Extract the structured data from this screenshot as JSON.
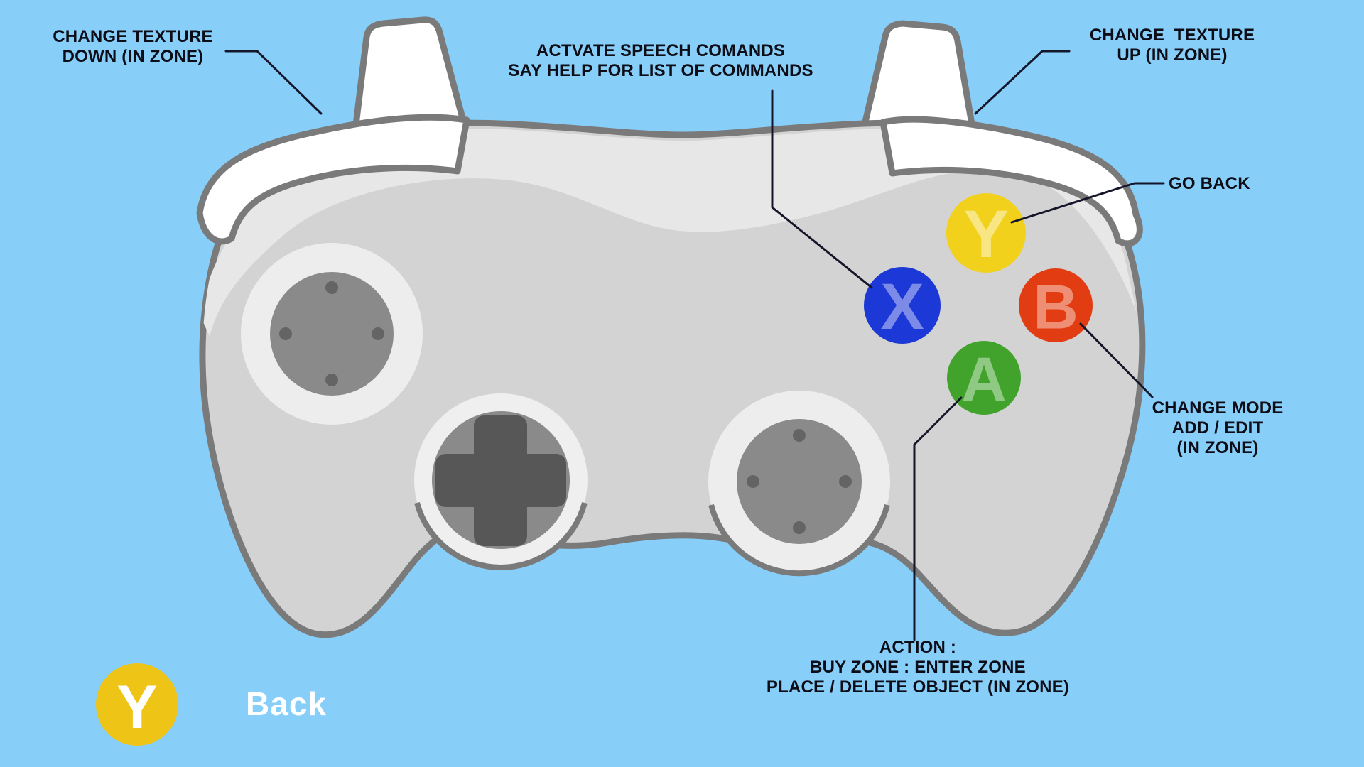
{
  "background_color": "#87CEF8",
  "labels": {
    "texture_down": "CHANGE TEXTURE\nDOWN (IN ZONE)",
    "speech": "ACTVATE SPEECH COMANDS\nSAY HELP FOR LIST OF COMMANDS",
    "texture_up": "CHANGE  TEXTURE\nUP (IN ZONE)",
    "go_back": "GO BACK",
    "change_mode": "CHANGE MODE\nADD / EDIT\n(IN ZONE)",
    "action": "ACTION :\nBUY ZONE : ENTER ZONE\nPLACE / DELETE OBJECT (IN ZONE)"
  },
  "buttons": {
    "y": "Y",
    "x": "X",
    "b": "B",
    "a": "A"
  },
  "button_colors": {
    "y": "#F2D11C",
    "x": "#1C38D6",
    "b": "#E23D12",
    "a": "#41A32C"
  },
  "controller": {
    "body_color": "#D3D3D3",
    "top_band_color": "#E7E7E7",
    "outline_color": "#7A7A7A",
    "stick_color": "#8A8A8A",
    "dpad_cross_color": "#575757"
  },
  "footer": {
    "badge_letter": "Y",
    "badge_color": "#EEC417",
    "hint": "Back"
  }
}
